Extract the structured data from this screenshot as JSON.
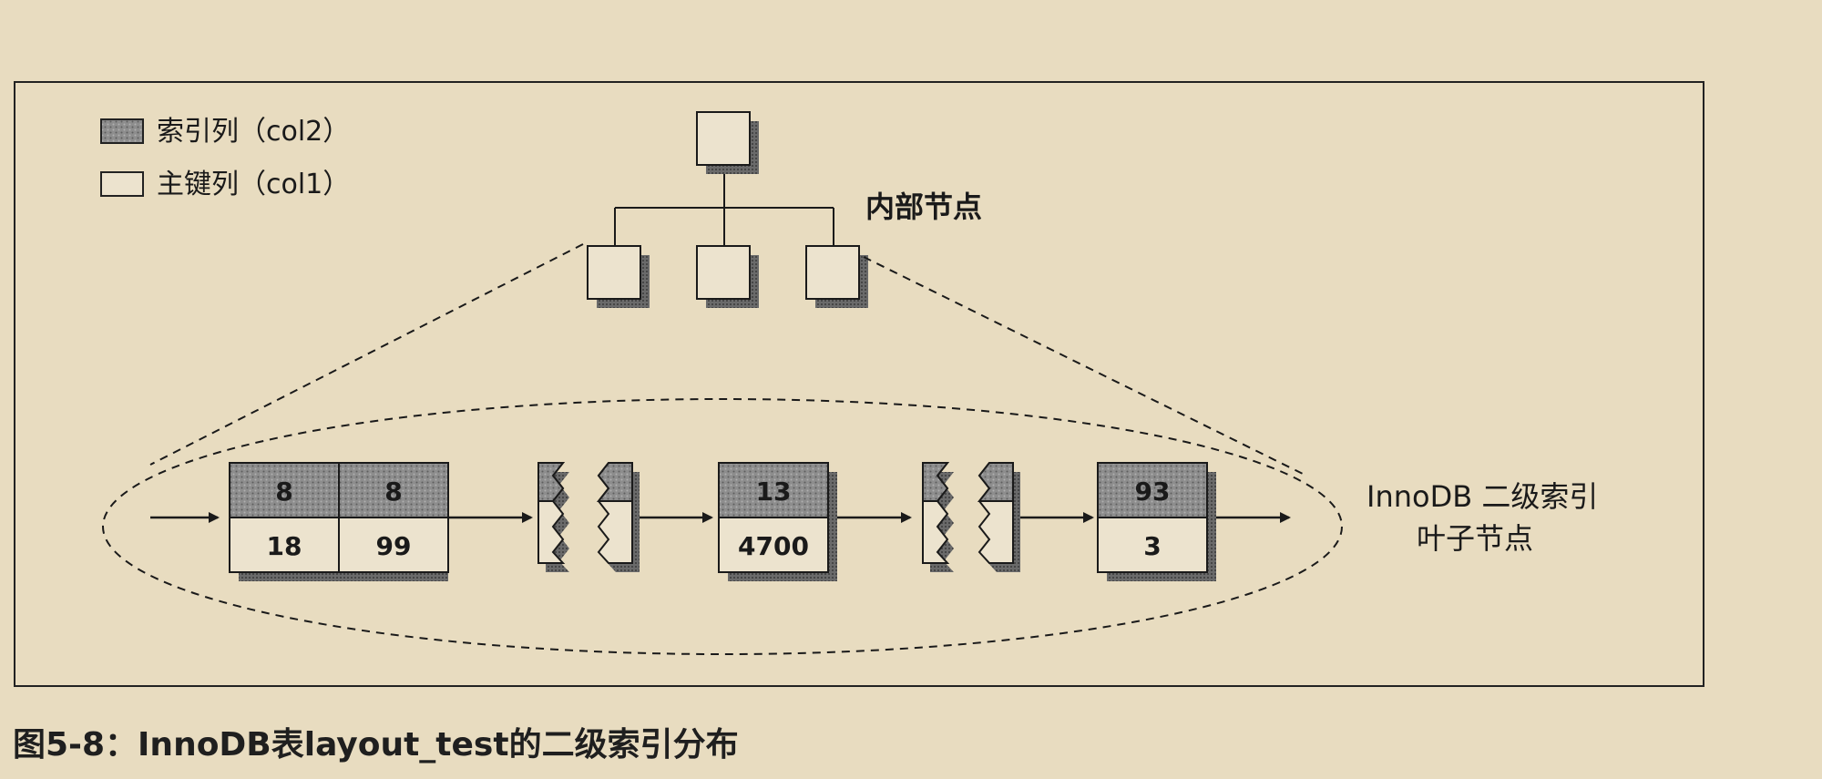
{
  "legend": {
    "index_col": "索引列（col2）",
    "pk_col": "主键列（col1）"
  },
  "labels": {
    "internal_nodes": "内部节点",
    "leaf_line1": "InnoDB 二级索引",
    "leaf_line2": "叶子节点"
  },
  "leaf_pages": [
    {
      "cells": [
        {
          "index": "8",
          "pk": "18"
        },
        {
          "index": "8",
          "pk": "99"
        }
      ]
    },
    {
      "cells": [
        {
          "index": "13",
          "pk": "4700"
        }
      ]
    },
    {
      "cells": [
        {
          "index": "93",
          "pk": "3"
        }
      ]
    }
  ],
  "caption": "图5-8：InnoDB表layout_test的二级索引分布",
  "colors": {
    "background": "#e8dcc0",
    "index_fill": "#8a8a8a",
    "pk_fill": "#ece3ce",
    "shadow": "#5a5a5a",
    "line": "#1a1a1a"
  }
}
